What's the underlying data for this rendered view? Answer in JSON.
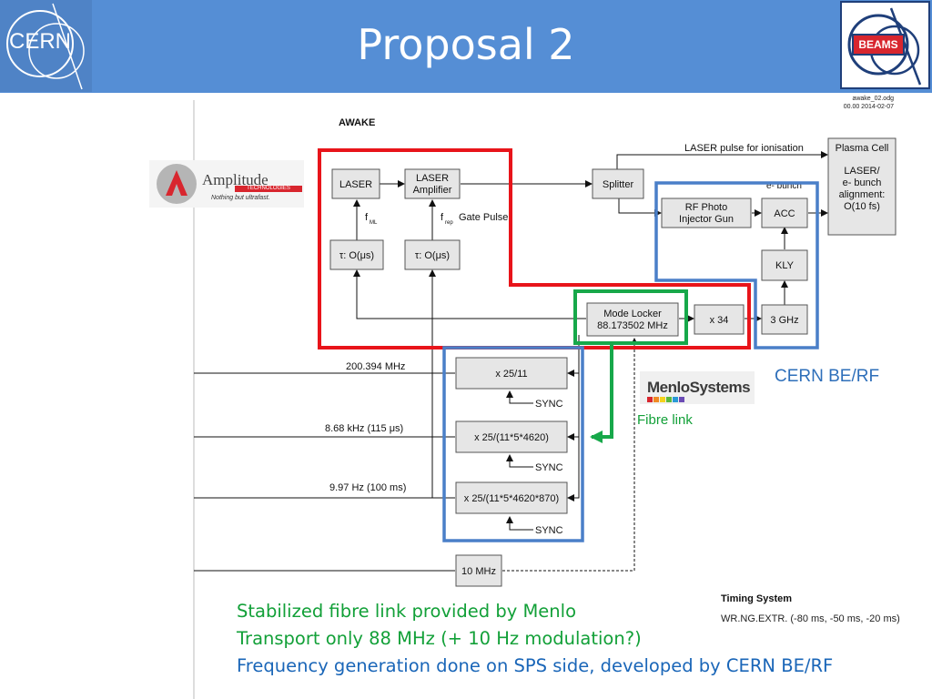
{
  "slide": {
    "title": "Proposal 2",
    "cern_logo_text": "CERN",
    "beams_logo_text": "BEAMS"
  },
  "file_info": {
    "name": "awake_02.odg",
    "version": "00.00 2014-02-07"
  },
  "diagram": {
    "heading": "AWAKE",
    "blocks": {
      "laser": "LASER",
      "laser_amplifier_line1": "LASER",
      "laser_amplifier_line2": "Amplifier",
      "tau1": "τ: O(μs)",
      "tau2": "τ: O(μs)",
      "splitter": "Splitter",
      "rf_gun_line1": "RF Photo",
      "rf_gun_line2": "Injector Gun",
      "acc": "ACC",
      "kly": "KLY",
      "ghz3": "3 GHz",
      "x34": "x 34",
      "mode_locker_line1": "Mode Locker",
      "mode_locker_line2": "88.173502 MHz",
      "plasma_line1": "Plasma Cell",
      "plasma_line2": "LASER/",
      "plasma_line3": "e- bunch",
      "plasma_line4": "alignment:",
      "plasma_line5": "O(10 fs)",
      "div1": "x 25/11",
      "div2": "x 25/(11*5*4620)",
      "div3": "x 25/(11*5*4620*870)",
      "mhz10": "10 MHz"
    },
    "labels": {
      "laser_pulse": "LASER pulse for ionisation",
      "e_bunch": "e- bunch",
      "f_ml_main": "f",
      "f_ml_sub": "ML",
      "f_rep_main": "f",
      "f_rep_sub": "rep",
      "gate_pulse": "Gate Pulse",
      "freq1": "200.394 MHz",
      "freq2": "8.68 kHz (115 μs)",
      "freq3": "9.97 Hz (100 ms)",
      "sync1": "SYNC",
      "sync2": "SYNC",
      "sync3": "SYNC"
    },
    "colors": {
      "red_box": "#e8141a",
      "blue_box": "#4a7fc8",
      "green_box": "#17a84a",
      "block_fill": "#e6e6e6"
    }
  },
  "logos": {
    "amplitude_name": "Amplitude",
    "amplitude_tech": "TECHNOLOGIES",
    "amplitude_tagline": "Nothing but ultrafast.",
    "menlo": "MenloSystems"
  },
  "annotations": {
    "cern_berf": "CERN BE/RF",
    "fibre_link": "Fibre link",
    "timing_system": "Timing System",
    "timing_signals": "WR.NG.EXTR. (-80 ms, -50 ms, -20 ms)"
  },
  "notes": [
    "Stabilized fibre link provided by Menlo",
    "Transport only 88 MHz (+ 10 Hz modulation?)",
    "Frequency generation done on SPS side, developed by CERN BE/RF"
  ]
}
